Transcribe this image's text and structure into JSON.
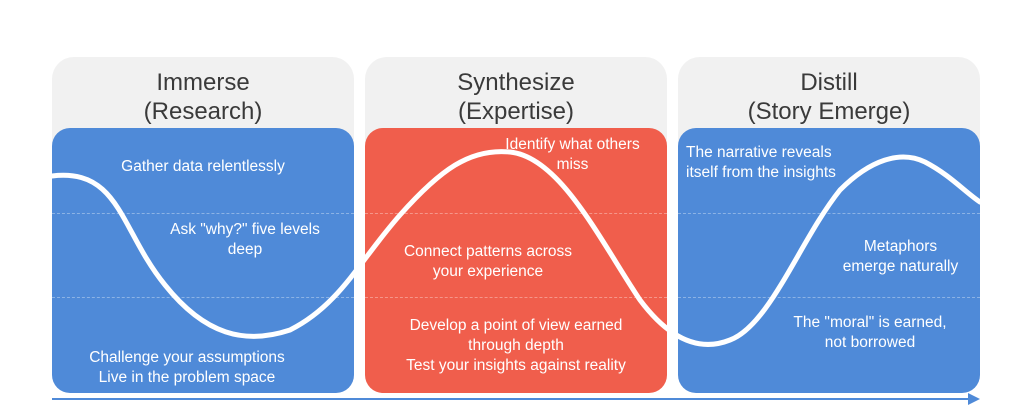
{
  "stages": [
    {
      "title_line1": "Immerse",
      "title_line2": "(Research)",
      "notes": [
        "Gather data relentlessly",
        "Ask \"why?\" five levels",
        "deep",
        "Challenge your assumptions",
        "Live in the problem space"
      ]
    },
    {
      "title_line1": "Synthesize",
      "title_line2": "(Expertise)",
      "notes": [
        "Identify what others",
        "miss",
        "Connect patterns across",
        "your experience",
        "Develop a point of view earned",
        "through depth",
        "Test your insights against reality"
      ]
    },
    {
      "title_line1": "Distill",
      "title_line2": "(Story Emerge)",
      "notes": [
        "The narrative reveals",
        "itself from the insights",
        "Metaphors",
        "emerge naturally",
        "The \"moral\" is earned,",
        "not borrowed"
      ]
    }
  ],
  "colors": {
    "research_panel": "#4f8ad8",
    "expertise_panel": "#f05e4c",
    "story_panel": "#4f8ad8",
    "header_tab": "#f1f1f1",
    "wave": "#ffffff",
    "timeline_arrow": "#4f8ad8"
  },
  "icons": {
    "timeline": "right-arrow"
  }
}
